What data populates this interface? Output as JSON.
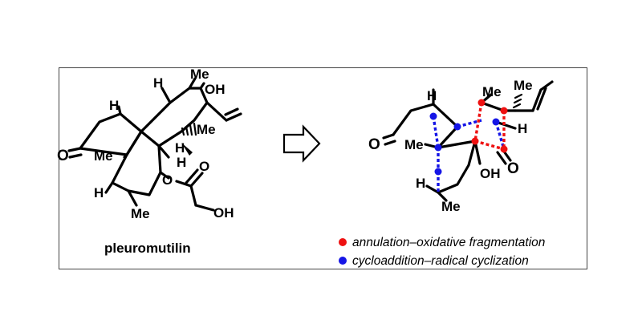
{
  "left_molecule": {
    "name": "pleuromutilin",
    "atom_labels": {
      "h_top": "H",
      "me_top": "Me",
      "oh_top": "OH",
      "h_bridge": "H",
      "me_side": "Me",
      "o_ketone": "O",
      "me_quat": "Me",
      "h_wedge": "H",
      "o_ester": "O",
      "o_carbonyl": "O",
      "h_low": "H",
      "me_low": "Me",
      "oh_glycol": "OH",
      "h_ring": "H"
    }
  },
  "right_molecule": {
    "atom_labels": {
      "h_top": "H",
      "me_a": "Me",
      "me_b": "Me",
      "o_ketone": "O",
      "h_right": "H",
      "me_left": "Me",
      "oh": "OH",
      "o_lactone": "O",
      "h_low": "H",
      "me_low": "Me"
    }
  },
  "legend": {
    "items": [
      {
        "label": "annulation–oxidative fragmentation",
        "color": "#ee1111"
      },
      {
        "label": "cycloaddition–radical cyclization",
        "color": "#1515e6"
      }
    ]
  },
  "arrow": {
    "type": "retrosynthesis-open-arrow"
  }
}
